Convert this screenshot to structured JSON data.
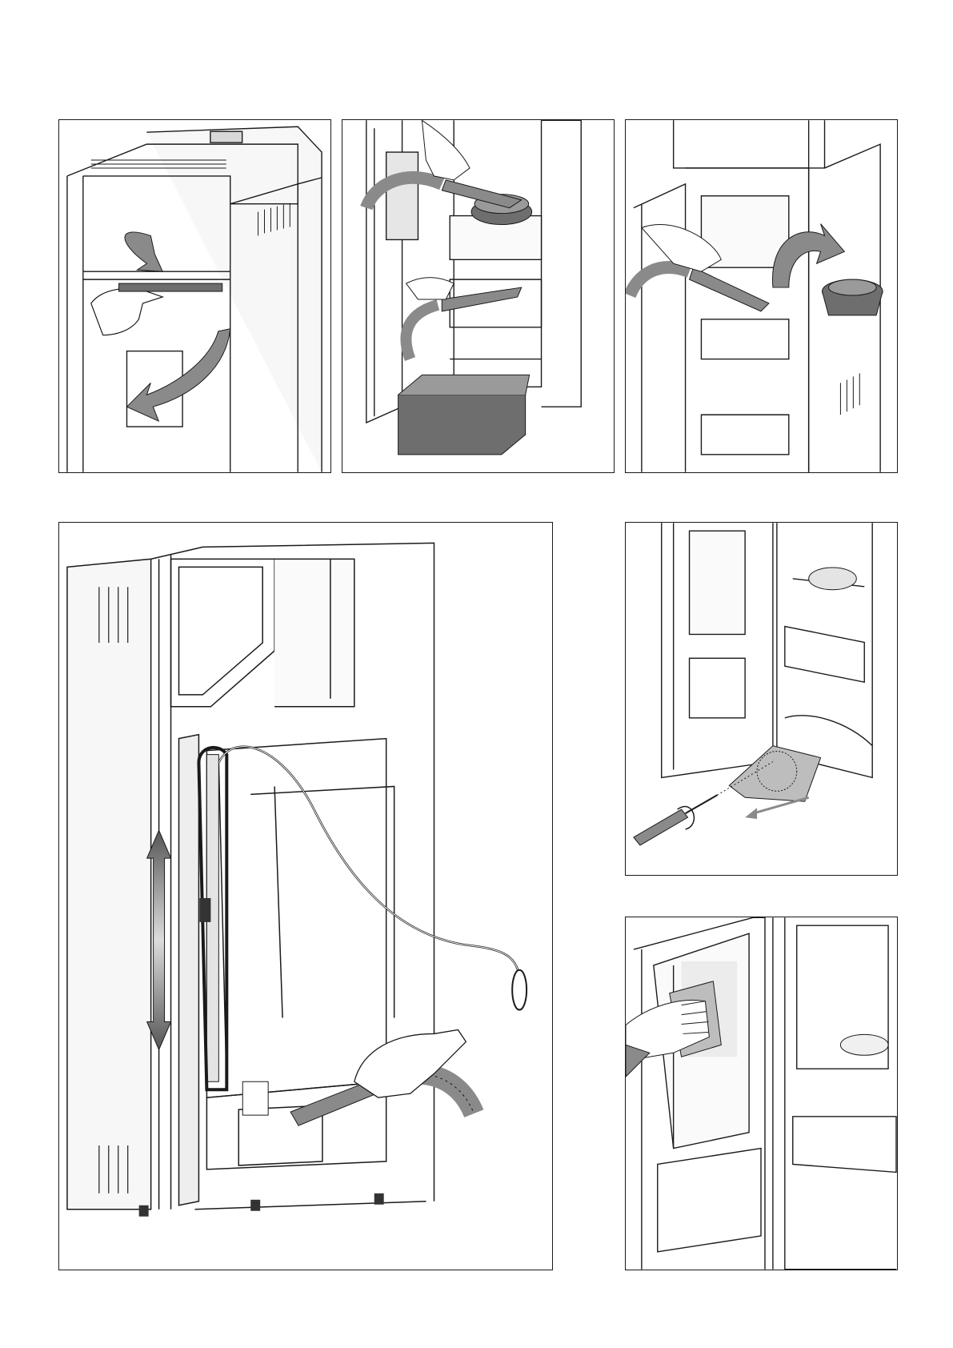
{
  "document": {
    "type": "illustrated-maintenance-instructions",
    "panels": [
      {
        "id": "p1",
        "depicts": "lift-and-remove-top-cover"
      },
      {
        "id": "p2",
        "depicts": "vacuum-ash-pan-and-brazier"
      },
      {
        "id": "p3",
        "depicts": "remove-brazier-pot"
      },
      {
        "id": "p4",
        "depicts": "vacuum-heat-exchanger-pipes-with-brush"
      },
      {
        "id": "p5",
        "depicts": "unscrew-inspection-plate"
      },
      {
        "id": "p6",
        "depicts": "clean-glass-door"
      }
    ]
  },
  "colors": {
    "line": "#1a1a1a",
    "fill_light": "#f2f2f2",
    "fill_mid": "#bdbdbd",
    "fill_dark": "#6e6e6e",
    "arrow": "#8a8a8a"
  }
}
